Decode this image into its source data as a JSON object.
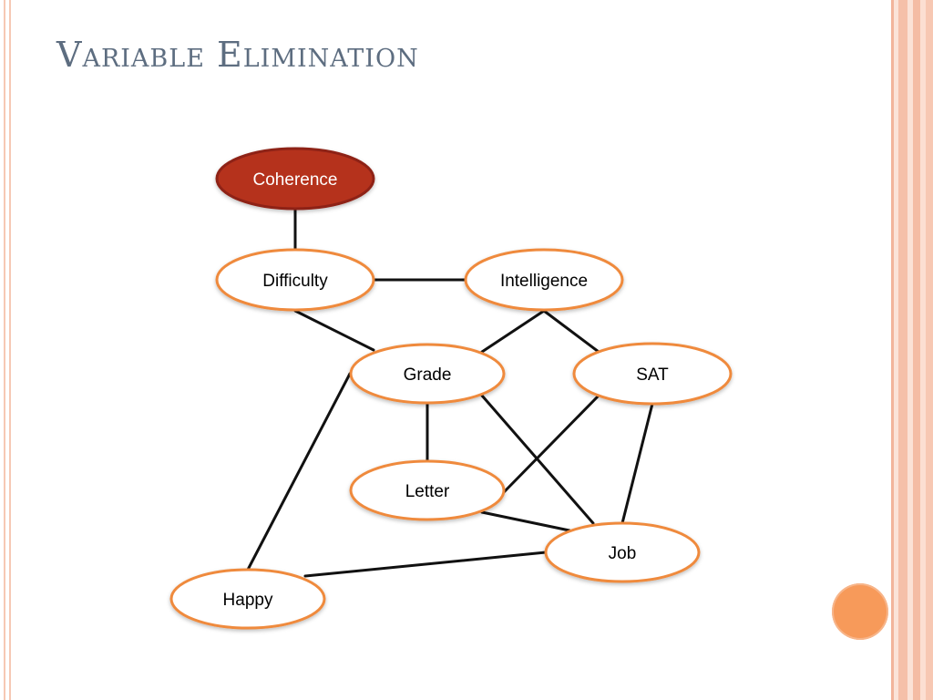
{
  "slide": {
    "title": "Variable Elimination"
  },
  "graph": {
    "nodes": [
      {
        "id": "coherence",
        "label": "Coherence",
        "highlighted": true
      },
      {
        "id": "difficulty",
        "label": "Difficulty",
        "highlighted": false
      },
      {
        "id": "intelligence",
        "label": "Intelligence",
        "highlighted": false
      },
      {
        "id": "grade",
        "label": "Grade",
        "highlighted": false
      },
      {
        "id": "sat",
        "label": "SAT",
        "highlighted": false
      },
      {
        "id": "letter",
        "label": "Letter",
        "highlighted": false
      },
      {
        "id": "job",
        "label": "Job",
        "highlighted": false
      },
      {
        "id": "happy",
        "label": "Happy",
        "highlighted": false
      }
    ],
    "edges": [
      [
        "coherence",
        "difficulty"
      ],
      [
        "difficulty",
        "intelligence"
      ],
      [
        "difficulty",
        "grade"
      ],
      [
        "intelligence",
        "grade"
      ],
      [
        "intelligence",
        "sat"
      ],
      [
        "grade",
        "letter"
      ],
      [
        "grade",
        "job"
      ],
      [
        "grade",
        "happy"
      ],
      [
        "sat",
        "letter"
      ],
      [
        "sat",
        "job"
      ],
      [
        "letter",
        "job"
      ],
      [
        "job",
        "happy"
      ]
    ]
  },
  "colors": {
    "title": "#5d6d80",
    "node_border": "#ef8a3c",
    "node_fill": "#ffffff",
    "highlight_fill": "#b5301f",
    "highlight_border": "#8e2416",
    "highlight_text": "#ffffff",
    "edge": "#111111",
    "accent_dot": "#f79a5a"
  }
}
